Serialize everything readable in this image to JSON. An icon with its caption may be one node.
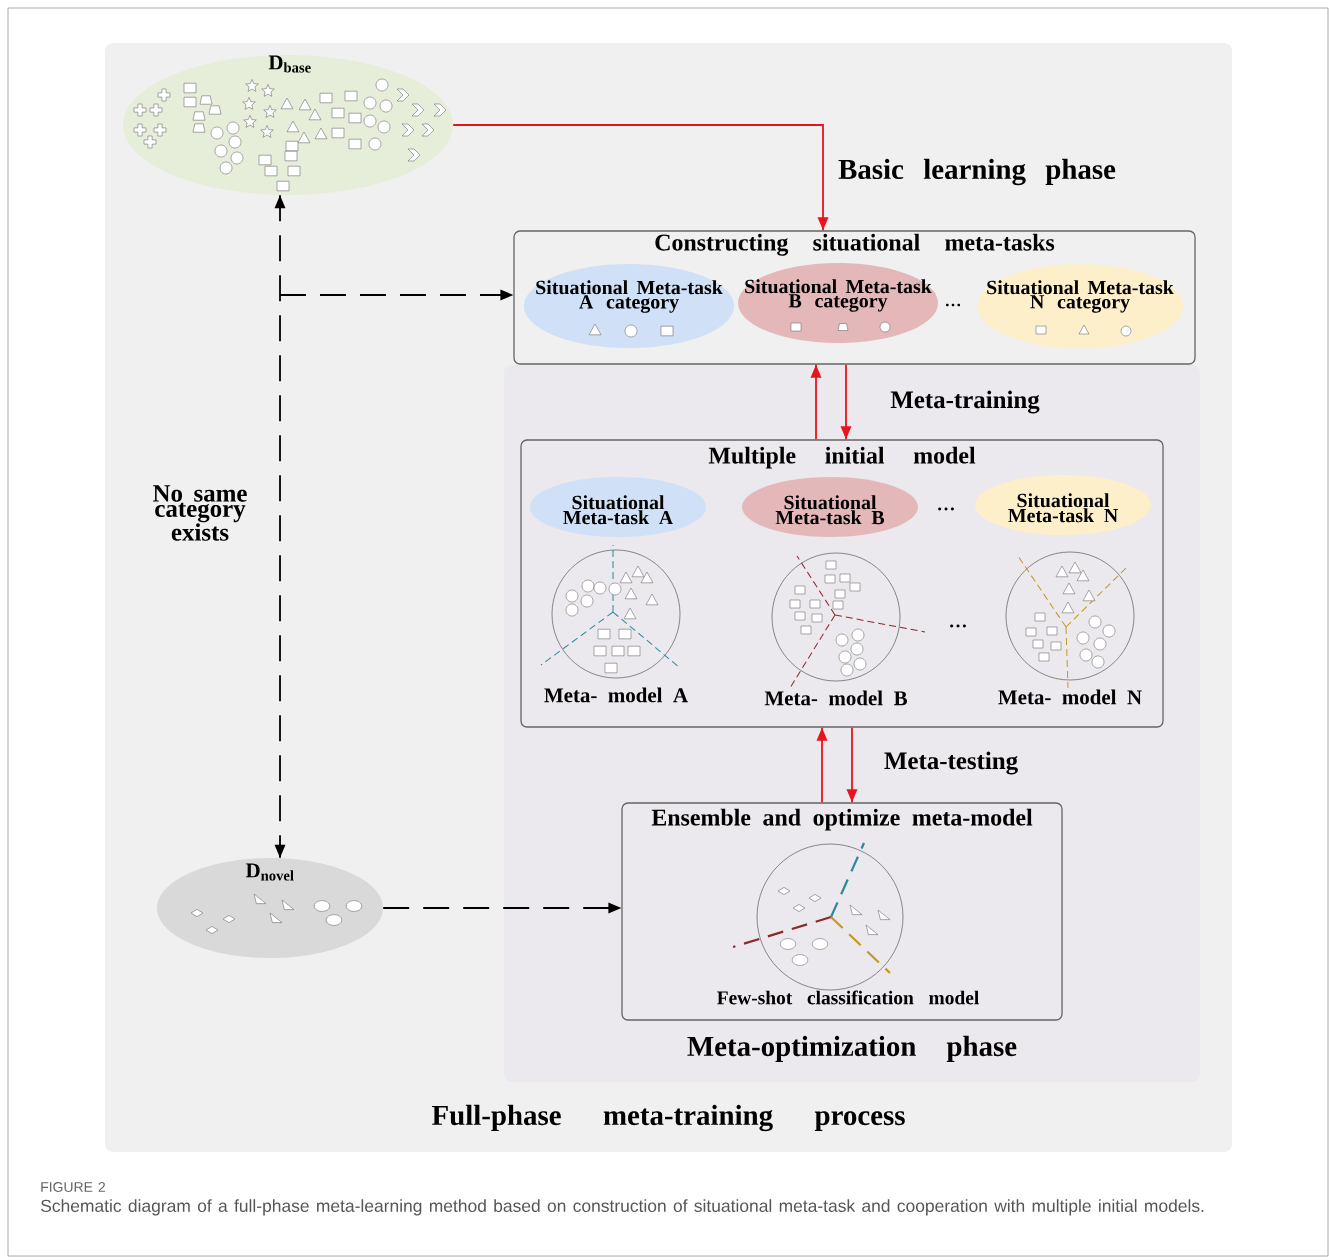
{
  "diagram": {
    "caption": "Schematic diagram of a full-phase meta-learning method based on construction of situational meta-task and cooperation with multiple initial models.",
    "nodes": [
      {
        "text": [
          "Full-phase meta-training process"
        ]
      },
      {
        "text": [
          "D$_{base}$"
        ],
        "in": 0
      },
      {
        "text": [
          "Constructing situational meta-tasks"
        ],
        "in": 0
      },
      {
        "text": [
          "Situational Meta-task A category"
        ],
        "in": 2
      },
      {
        "text": [
          "Situational Meta-task B category"
        ],
        "in": 2
      },
      {
        "text": [
          "Situational Meta-task N category"
        ],
        "in": 2
      },
      {
        "text": [
          "Meta-optimization phase"
        ],
        "in": 0
      },
      {
        "text": [
          "Multiple initial model"
        ],
        "in": 6
      },
      {
        "text": [
          "Situational Meta-task A"
        ],
        "in": 7
      },
      {
        "text": [
          "Situational Meta-task B"
        ],
        "in": 7
      },
      {
        "text": [
          "Situational Meta-task N"
        ],
        "in": 7
      },
      {
        "text": [
          "Meta- model A"
        ],
        "in": 7
      },
      {
        "text": [
          "Meta- model B"
        ],
        "in": 7
      },
      {
        "text": [
          "Meta- model N"
        ],
        "in": 7
      },
      {
        "text": [
          "Ensemble and optimize meta-model",
          "Few-shot classification model"
        ],
        "in": 6
      },
      {
        "text": [
          "D$_{novel}$"
        ],
        "in": 0
      }
    ],
    "edges": [
      {
        "from": 1,
        "to": 2,
        "arrow": "to"
      },
      {
        "from": 2,
        "to": 7,
        "arrow": "to"
      },
      {
        "from": 7,
        "to": 2,
        "arrow": "to"
      },
      {
        "from": 7,
        "to": 14,
        "arrow": "to"
      },
      {
        "from": 14,
        "to": 7,
        "arrow": "to"
      },
      {
        "from": 1,
        "to": 15,
        "arrow": "both",
        "style": "dashed",
        "color": "#000000"
      },
      {
        "from": null,
        "to": 2,
        "arrow": "to",
        "style": "dashed",
        "color": "#000000"
      },
      {
        "from": 15,
        "to": 14,
        "arrow": "to",
        "style": "dashed",
        "color": "#000000"
      }
    ],
    "labels": [
      "Basic learning phase",
      "…",
      "Meta-training",
      "No same category exists",
      "…",
      "…",
      "Meta-testing",
      "FIGURE 2"
    ]
  }
}
